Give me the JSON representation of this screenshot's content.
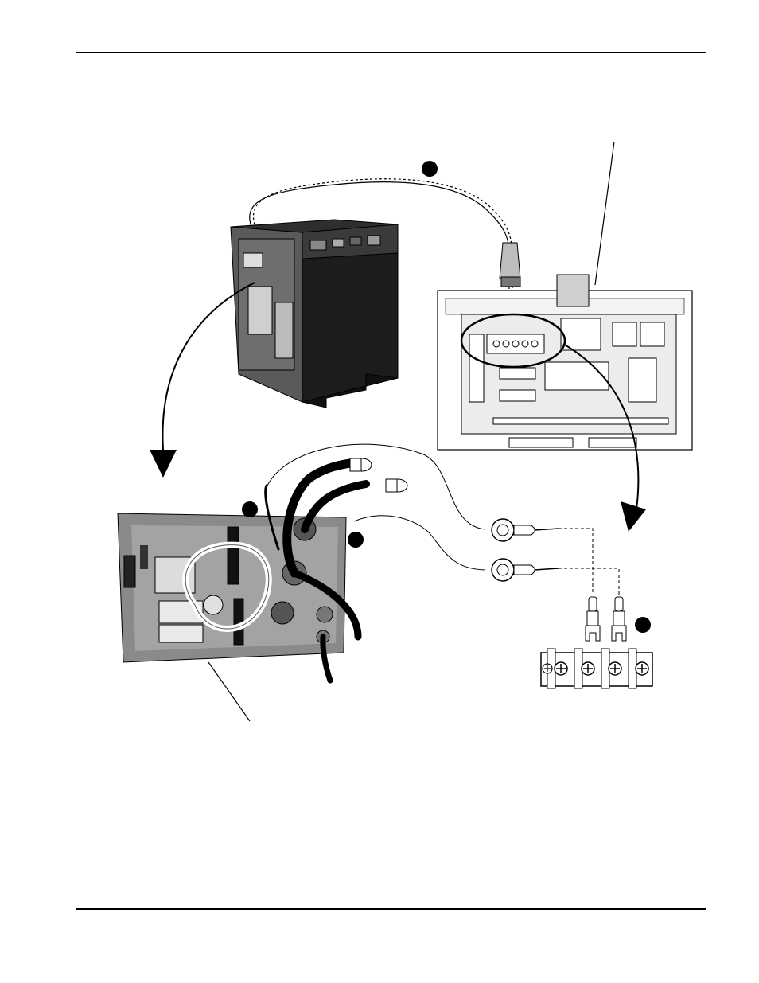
{
  "figure": {
    "callouts": [],
    "colors": {
      "ink": "#000000",
      "cabinet": "#1c1c1c",
      "board": "#e6e6e6",
      "pcb": "#8a8a8a"
    },
    "components": {
      "power_supply": "power-supply-cabinet",
      "interface_box": "interface-enclosure",
      "pcb": "power-board",
      "terminal_strip": "terminal-block",
      "cable": "twisted-pair-cable"
    }
  }
}
